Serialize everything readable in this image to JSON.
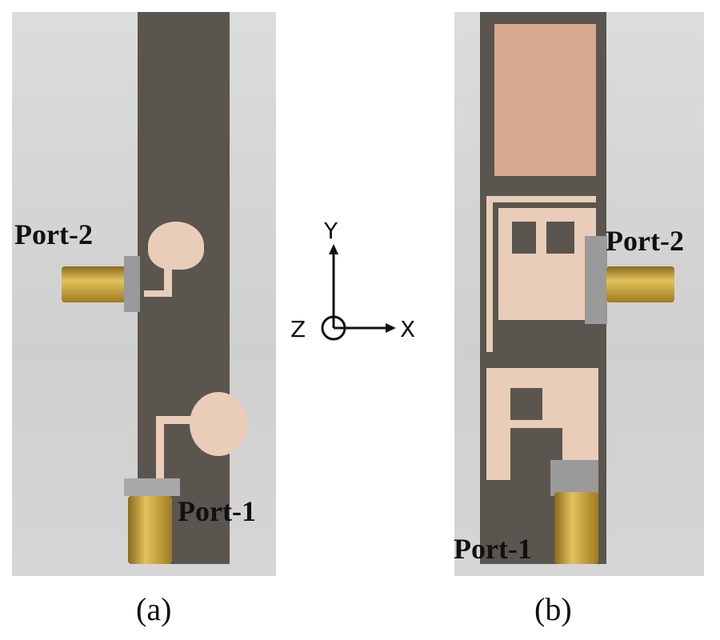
{
  "panel_a": {
    "port2_label": "Port-2",
    "port1_label": "Port-1",
    "caption": "(a)"
  },
  "panel_b": {
    "port2_label": "Port-2",
    "port1_label": "Port-1",
    "caption": "(b)"
  },
  "axes": {
    "y": "Y",
    "x": "X",
    "z": "Z"
  }
}
